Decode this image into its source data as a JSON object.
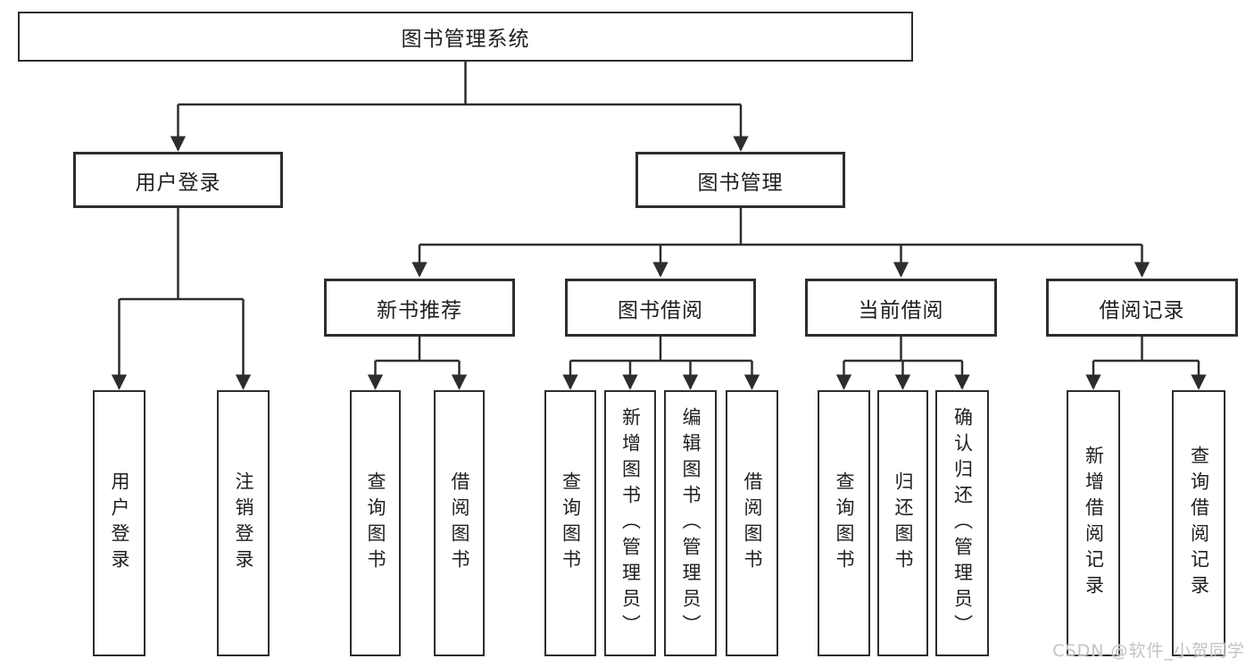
{
  "diagram": {
    "type": "hierarchy-tree",
    "tree": {
      "label": "图书管理系统",
      "children": [
        {
          "label": "用户登录",
          "children": [
            {
              "label": "用户登录"
            },
            {
              "label": "注销登录"
            }
          ]
        },
        {
          "label": "图书管理",
          "children": [
            {
              "label": "新书推荐",
              "children": [
                {
                  "label": "查询图书"
                },
                {
                  "label": "借阅图书"
                }
              ]
            },
            {
              "label": "图书借阅",
              "children": [
                {
                  "label": "查询图书"
                },
                {
                  "label": "新增图书（管理员）"
                },
                {
                  "label": "编辑图书（管理员）"
                },
                {
                  "label": "借阅图书"
                }
              ]
            },
            {
              "label": "当前借阅",
              "children": [
                {
                  "label": "查询图书"
                },
                {
                  "label": "归还图书"
                },
                {
                  "label": "确认归还（管理员）"
                }
              ]
            },
            {
              "label": "借阅记录",
              "children": [
                {
                  "label": "新增借阅记录"
                },
                {
                  "label": "查询借阅记录"
                }
              ]
            }
          ]
        }
      ]
    },
    "colors": {
      "line": "#2d2d2d",
      "box_border": "#2d2d2d",
      "text": "#1f1f1f",
      "background": "#ffffff",
      "watermark": "#c3c3c3"
    }
  },
  "watermark": {
    "text": "CSDN @软件_小贺同学"
  }
}
